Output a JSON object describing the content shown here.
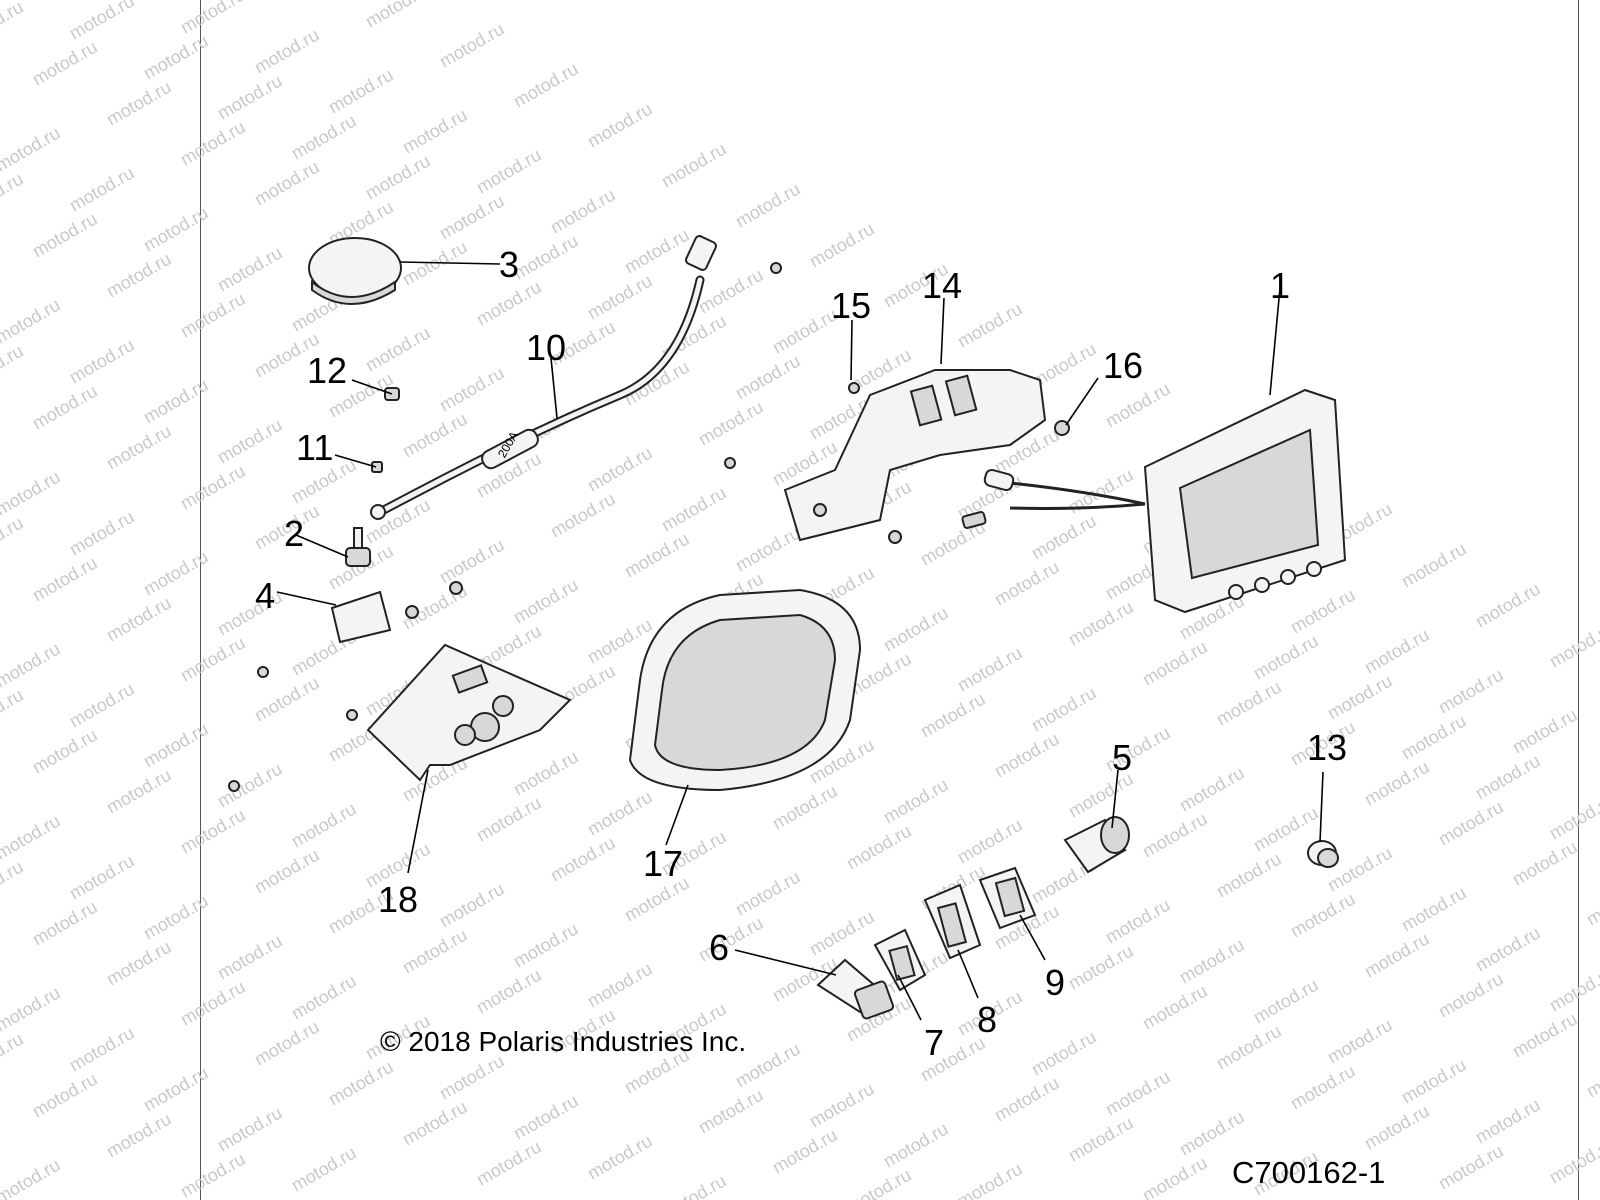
{
  "watermark": "motod.ru",
  "copyright": "© 2018 Polaris Industries Inc.",
  "diagram_code": "C700162-1",
  "fuse_label": "200A",
  "callouts": {
    "c1": "1",
    "c2": "2",
    "c3": "3",
    "c4": "4",
    "c5": "5",
    "c6": "6",
    "c7": "7",
    "c8": "8",
    "c9": "9",
    "c10": "10",
    "c11": "11",
    "c12": "12",
    "c13": "13",
    "c14": "14",
    "c15": "15",
    "c16": "16",
    "c17": "17",
    "c18": "18"
  }
}
